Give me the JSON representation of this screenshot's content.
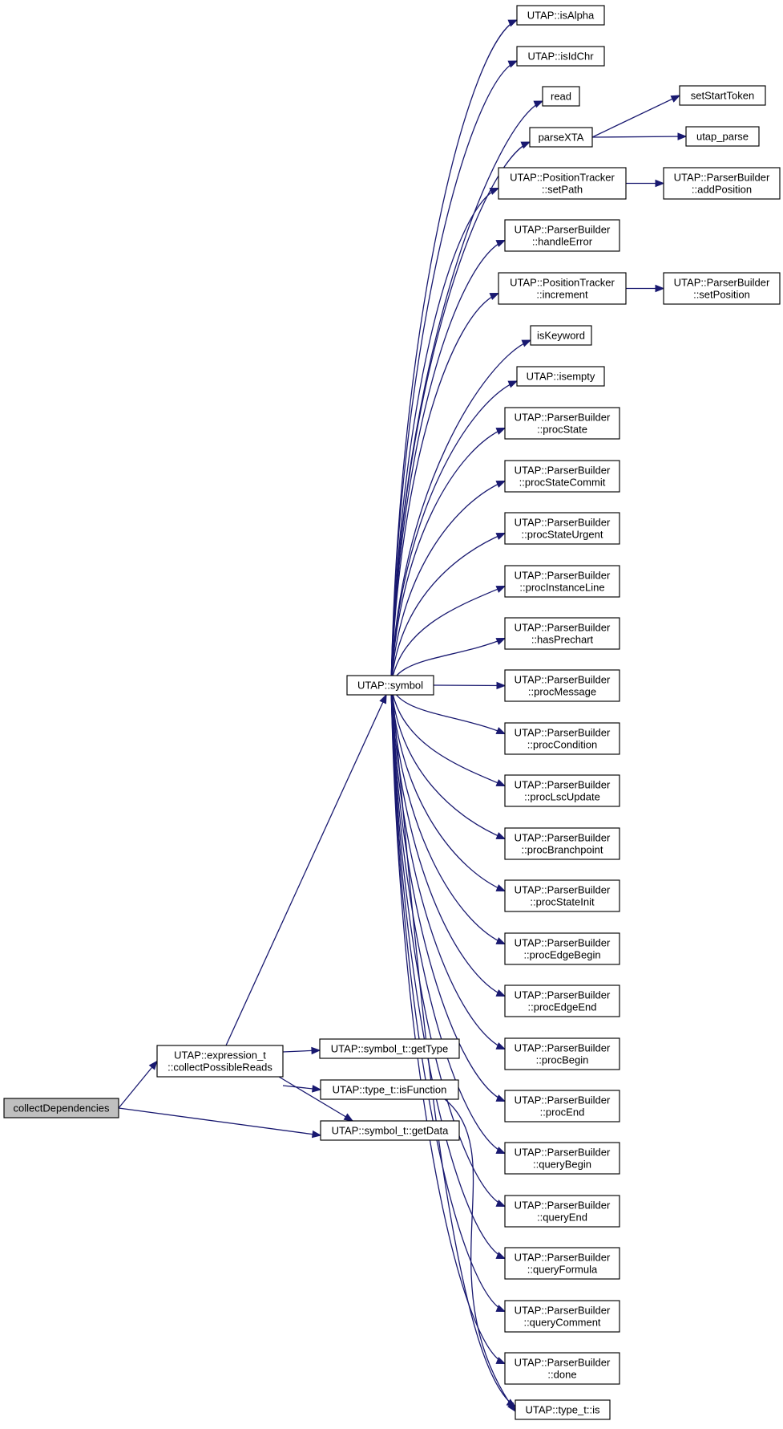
{
  "diagram": {
    "nodes": [
      {
        "id": "collectDependencies",
        "lines": [
          "collectDependencies"
        ],
        "root": true
      },
      {
        "id": "collectPossibleReads",
        "lines": [
          "UTAP::expression_t",
          "::collectPossibleReads"
        ]
      },
      {
        "id": "symbol",
        "lines": [
          "UTAP::symbol"
        ]
      },
      {
        "id": "getType",
        "lines": [
          "UTAP::symbol_t::getType"
        ]
      },
      {
        "id": "isFunction",
        "lines": [
          "UTAP::type_t::isFunction"
        ]
      },
      {
        "id": "getData",
        "lines": [
          "UTAP::symbol_t::getData"
        ]
      },
      {
        "id": "isAlpha",
        "lines": [
          "UTAP::isAlpha"
        ]
      },
      {
        "id": "isIdChr",
        "lines": [
          "UTAP::isIdChr"
        ]
      },
      {
        "id": "read",
        "lines": [
          "read"
        ]
      },
      {
        "id": "parseXTA",
        "lines": [
          "parseXTA"
        ]
      },
      {
        "id": "setStartToken",
        "lines": [
          "setStartToken"
        ]
      },
      {
        "id": "utap_parse",
        "lines": [
          "utap_parse"
        ]
      },
      {
        "id": "setPath",
        "lines": [
          "UTAP::PositionTracker",
          "::setPath"
        ]
      },
      {
        "id": "addPosition",
        "lines": [
          "UTAP::ParserBuilder",
          "::addPosition"
        ]
      },
      {
        "id": "handleError",
        "lines": [
          "UTAP::ParserBuilder",
          "::handleError"
        ]
      },
      {
        "id": "increment",
        "lines": [
          "UTAP::PositionTracker",
          "::increment"
        ]
      },
      {
        "id": "setPosition",
        "lines": [
          "UTAP::ParserBuilder",
          "::setPosition"
        ]
      },
      {
        "id": "isKeyword",
        "lines": [
          "isKeyword"
        ]
      },
      {
        "id": "isempty",
        "lines": [
          "UTAP::isempty"
        ]
      },
      {
        "id": "procState",
        "lines": [
          "UTAP::ParserBuilder",
          "::procState"
        ]
      },
      {
        "id": "procStateCommit",
        "lines": [
          "UTAP::ParserBuilder",
          "::procStateCommit"
        ]
      },
      {
        "id": "procStateUrgent",
        "lines": [
          "UTAP::ParserBuilder",
          "::procStateUrgent"
        ]
      },
      {
        "id": "procInstanceLine",
        "lines": [
          "UTAP::ParserBuilder",
          "::procInstanceLine"
        ]
      },
      {
        "id": "hasPrechart",
        "lines": [
          "UTAP::ParserBuilder",
          "::hasPrechart"
        ]
      },
      {
        "id": "procMessage",
        "lines": [
          "UTAP::ParserBuilder",
          "::procMessage"
        ]
      },
      {
        "id": "procCondition",
        "lines": [
          "UTAP::ParserBuilder",
          "::procCondition"
        ]
      },
      {
        "id": "procLscUpdate",
        "lines": [
          "UTAP::ParserBuilder",
          "::procLscUpdate"
        ]
      },
      {
        "id": "procBranchpoint",
        "lines": [
          "UTAP::ParserBuilder",
          "::procBranchpoint"
        ]
      },
      {
        "id": "procStateInit",
        "lines": [
          "UTAP::ParserBuilder",
          "::procStateInit"
        ]
      },
      {
        "id": "procEdgeBegin",
        "lines": [
          "UTAP::ParserBuilder",
          "::procEdgeBegin"
        ]
      },
      {
        "id": "procEdgeEnd",
        "lines": [
          "UTAP::ParserBuilder",
          "::procEdgeEnd"
        ]
      },
      {
        "id": "procBegin",
        "lines": [
          "UTAP::ParserBuilder",
          "::procBegin"
        ]
      },
      {
        "id": "procEnd",
        "lines": [
          "UTAP::ParserBuilder",
          "::procEnd"
        ]
      },
      {
        "id": "queryBegin",
        "lines": [
          "UTAP::ParserBuilder",
          "::queryBegin"
        ]
      },
      {
        "id": "queryEnd",
        "lines": [
          "UTAP::ParserBuilder",
          "::queryEnd"
        ]
      },
      {
        "id": "queryFormula",
        "lines": [
          "UTAP::ParserBuilder",
          "::queryFormula"
        ]
      },
      {
        "id": "queryComment",
        "lines": [
          "UTAP::ParserBuilder",
          "::queryComment"
        ]
      },
      {
        "id": "done",
        "lines": [
          "UTAP::ParserBuilder",
          "::done"
        ]
      },
      {
        "id": "is",
        "lines": [
          "UTAP::type_t::is"
        ]
      }
    ],
    "edges": [
      [
        "collectDependencies",
        "collectPossibleReads"
      ],
      [
        "collectDependencies",
        "getData"
      ],
      [
        "collectPossibleReads",
        "symbol"
      ],
      [
        "collectPossibleReads",
        "getType"
      ],
      [
        "collectPossibleReads",
        "isFunction"
      ],
      [
        "collectPossibleReads",
        "getData"
      ],
      [
        "symbol",
        "isAlpha"
      ],
      [
        "symbol",
        "isIdChr"
      ],
      [
        "symbol",
        "read"
      ],
      [
        "symbol",
        "parseXTA"
      ],
      [
        "symbol",
        "setPath"
      ],
      [
        "symbol",
        "handleError"
      ],
      [
        "symbol",
        "increment"
      ],
      [
        "symbol",
        "isKeyword"
      ],
      [
        "symbol",
        "isempty"
      ],
      [
        "symbol",
        "procState"
      ],
      [
        "symbol",
        "procStateCommit"
      ],
      [
        "symbol",
        "procStateUrgent"
      ],
      [
        "symbol",
        "procInstanceLine"
      ],
      [
        "symbol",
        "hasPrechart"
      ],
      [
        "symbol",
        "procMessage"
      ],
      [
        "symbol",
        "procCondition"
      ],
      [
        "symbol",
        "procLscUpdate"
      ],
      [
        "symbol",
        "procBranchpoint"
      ],
      [
        "symbol",
        "procStateInit"
      ],
      [
        "symbol",
        "procEdgeBegin"
      ],
      [
        "symbol",
        "procEdgeEnd"
      ],
      [
        "symbol",
        "procBegin"
      ],
      [
        "symbol",
        "procEnd"
      ],
      [
        "symbol",
        "queryBegin"
      ],
      [
        "symbol",
        "queryEnd"
      ],
      [
        "symbol",
        "queryFormula"
      ],
      [
        "symbol",
        "queryComment"
      ],
      [
        "symbol",
        "done"
      ],
      [
        "symbol",
        "is"
      ],
      [
        "parseXTA",
        "setStartToken"
      ],
      [
        "parseXTA",
        "utap_parse"
      ],
      [
        "setPath",
        "addPosition"
      ],
      [
        "increment",
        "setPosition"
      ],
      [
        "isFunction",
        "is"
      ]
    ],
    "colors": {
      "edge": "#191970",
      "node_border": "#000000",
      "node_fill": "#ffffff",
      "root_fill": "#bfbfbf",
      "background": "#ffffff"
    }
  }
}
